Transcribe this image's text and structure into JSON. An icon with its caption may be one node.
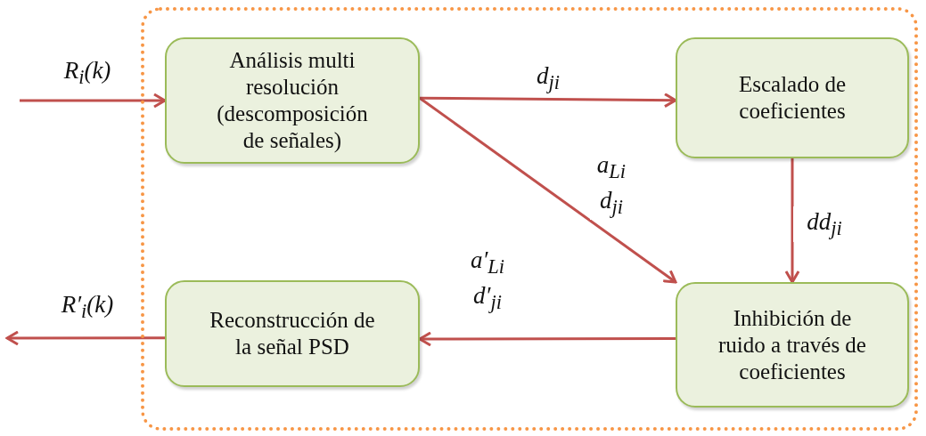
{
  "diagram": {
    "nodes": [
      {
        "text": [],
        "shape": "box"
      },
      {
        "text": [
          "Análisis multi resolución (descomposición de señales)"
        ],
        "in": 0
      },
      {
        "text": [
          "Escalado de coeficientes"
        ],
        "in": 0
      },
      {
        "text": [
          "Inhibición de ruido a través de coeficientes"
        ],
        "in": 0
      },
      {
        "text": [
          "Reconstrucción de la señal PSD"
        ],
        "in": 0
      }
    ],
    "edges": [
      {
        "from": null,
        "to": 1,
        "arrow": "to",
        "label": "R$_{i}$(k)"
      },
      {
        "from": 1,
        "to": 2,
        "arrow": "to",
        "label": "d$_{ji}$"
      },
      {
        "from": 1,
        "to": 3,
        "arrow": "to",
        "label": "a$_{Li}$ d$_{ji}$"
      },
      {
        "from": 2,
        "to": 3,
        "arrow": "to",
        "label": "dd$_{ji}$"
      },
      {
        "from": 3,
        "to": 4,
        "arrow": "to",
        "label": "a′$_{Li}$ d′$_{ji}$"
      },
      {
        "from": 4,
        "to": null,
        "arrow": "to",
        "label": "R′$_{i}$(k)"
      }
    ]
  }
}
